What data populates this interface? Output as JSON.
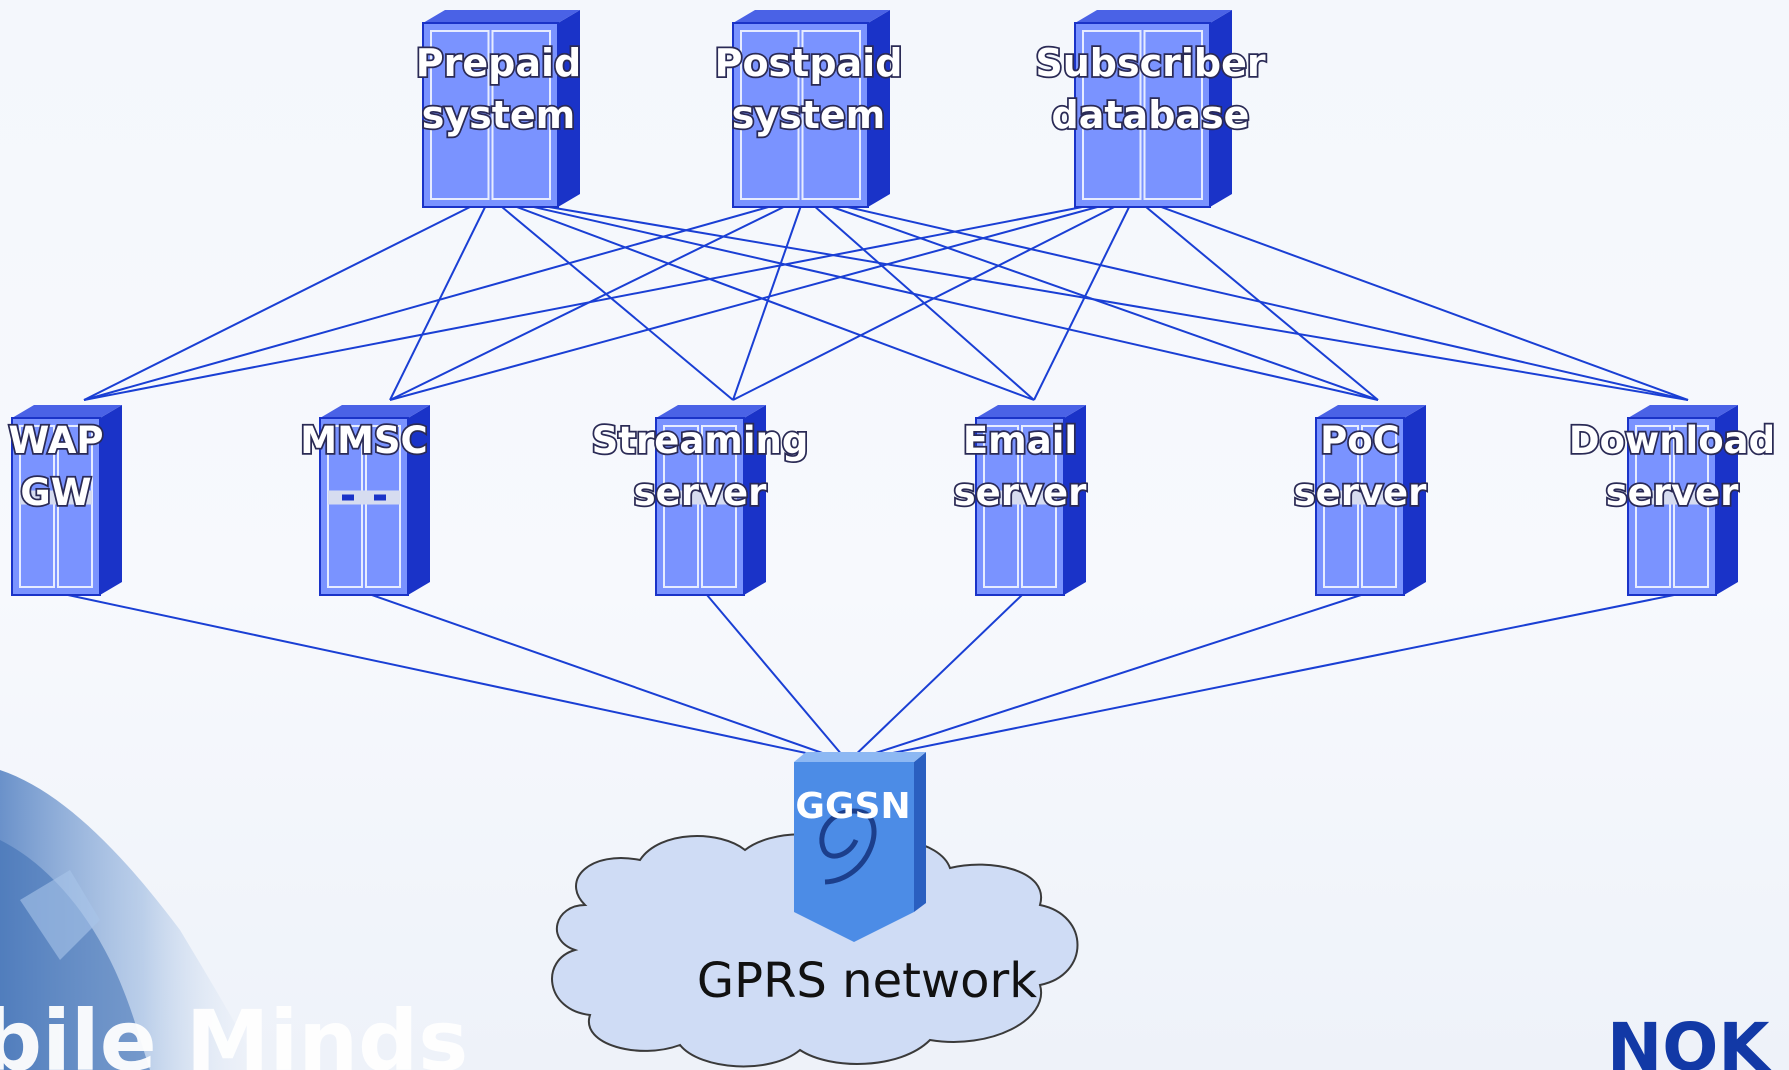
{
  "colors": {
    "link": "#1a3fd4",
    "server_front": "#7a93ff",
    "server_dark": "#1a33c8",
    "server_line": "#e6ecff",
    "cloud_fill": "#cfdcf5",
    "cloud_stroke": "#3a3a3a",
    "ggsn": "#4c8ce6",
    "nokia": "#1239a6"
  },
  "backend_servers": [
    {
      "id": "prepaid",
      "line1": "Prepaid",
      "line2": "system",
      "icon": "server-rack-icon"
    },
    {
      "id": "postpaid",
      "line1": "Postpaid",
      "line2": "system",
      "icon": "server-rack-icon"
    },
    {
      "id": "subscriber",
      "line1": "Subscriber",
      "line2": "database",
      "icon": "server-rack-icon"
    }
  ],
  "service_servers": [
    {
      "id": "wap",
      "line1": "WAP",
      "line2": "GW",
      "icon": "server-rack-icon"
    },
    {
      "id": "mmsc",
      "line1": "MMSC",
      "line2": "",
      "icon": "server-rack-icon"
    },
    {
      "id": "streaming",
      "line1": "Streaming",
      "line2": "server",
      "icon": "server-rack-icon"
    },
    {
      "id": "email",
      "line1": "Email",
      "line2": "server",
      "icon": "server-rack-icon"
    },
    {
      "id": "poc",
      "line1": "PoC",
      "line2": "server",
      "icon": "server-rack-icon"
    },
    {
      "id": "download",
      "line1": "Download",
      "line2": "server",
      "icon": "server-rack-icon"
    }
  ],
  "gateway": {
    "label": "GGSN",
    "icon": "ggsn-router-icon"
  },
  "network": {
    "label": "GPRS network",
    "icon": "cloud-icon"
  },
  "branding": {
    "tagline": "bile Minds",
    "logo": "NOK"
  }
}
